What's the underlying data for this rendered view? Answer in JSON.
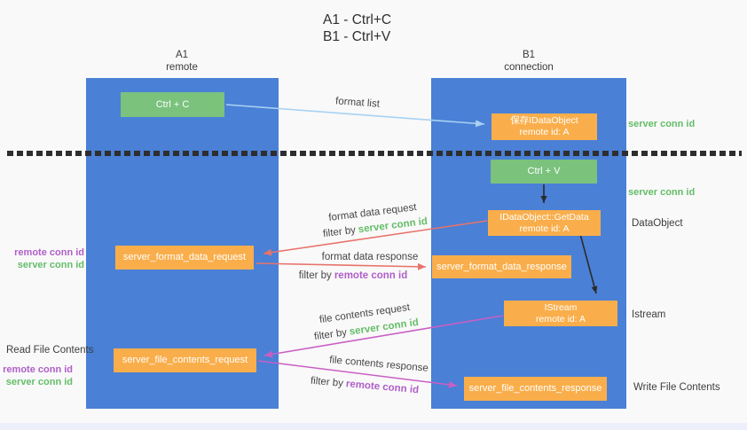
{
  "title": {
    "line1": "A1 - Ctrl+C",
    "line2": "B1 - Ctrl+V"
  },
  "lanes": {
    "left": {
      "name": "A1",
      "role": "remote"
    },
    "right": {
      "name": "B1",
      "role": "connection"
    }
  },
  "nodes": {
    "ctrl_c": {
      "label": "Ctrl + C"
    },
    "ctrl_v": {
      "label": "Ctrl + V"
    },
    "save_dataobject": {
      "line1": "保存IDataObject",
      "line2": "remote id: A"
    },
    "getdata": {
      "line1": "IDataObject::GetData",
      "line2": "remote id: A"
    },
    "istream": {
      "line1": "IStream",
      "line2": "remote id: A"
    },
    "format_request": {
      "label": "server_format_data_request"
    },
    "format_response": {
      "label": "server_format_data_response"
    },
    "file_request": {
      "label": "server_file_contents_request"
    },
    "file_response": {
      "label": "server_file_contents_response"
    }
  },
  "arrow_labels": {
    "format_list": "format list",
    "format_data_request": "format data request",
    "format_data_response": "format data response",
    "file_contents_request": "file contents request",
    "file_contents_response": "file contents response",
    "filter_by": "filter by",
    "server_conn_id": "server conn id",
    "remote_conn_id": "remote conn id"
  },
  "side_labels": {
    "server_conn_id_top": "server conn id",
    "server_conn_id_mid": "server conn id",
    "dataobject": "DataObject",
    "istream": "Istream",
    "write_file_contents": "Write File Contents",
    "read_file_contents": "Read File Contents",
    "remote_conn_id_left1": "remote conn id",
    "server_conn_id_left1": "server conn id",
    "remote_conn_id_left2": "remote conn id",
    "server_conn_id_left2": "server conn id"
  },
  "colors": {
    "lane_blue": "#4a80d6",
    "node_green": "#7bc27d",
    "node_orange": "#f9ae4b",
    "green_text": "#64bd68",
    "purple_text": "#b05fc9",
    "red_arrow": "#e8736b",
    "magenta_arrow": "#c95fc5",
    "light_blue_arrow": "#a9d2f2",
    "black_arrow": "#2b2b2b"
  }
}
